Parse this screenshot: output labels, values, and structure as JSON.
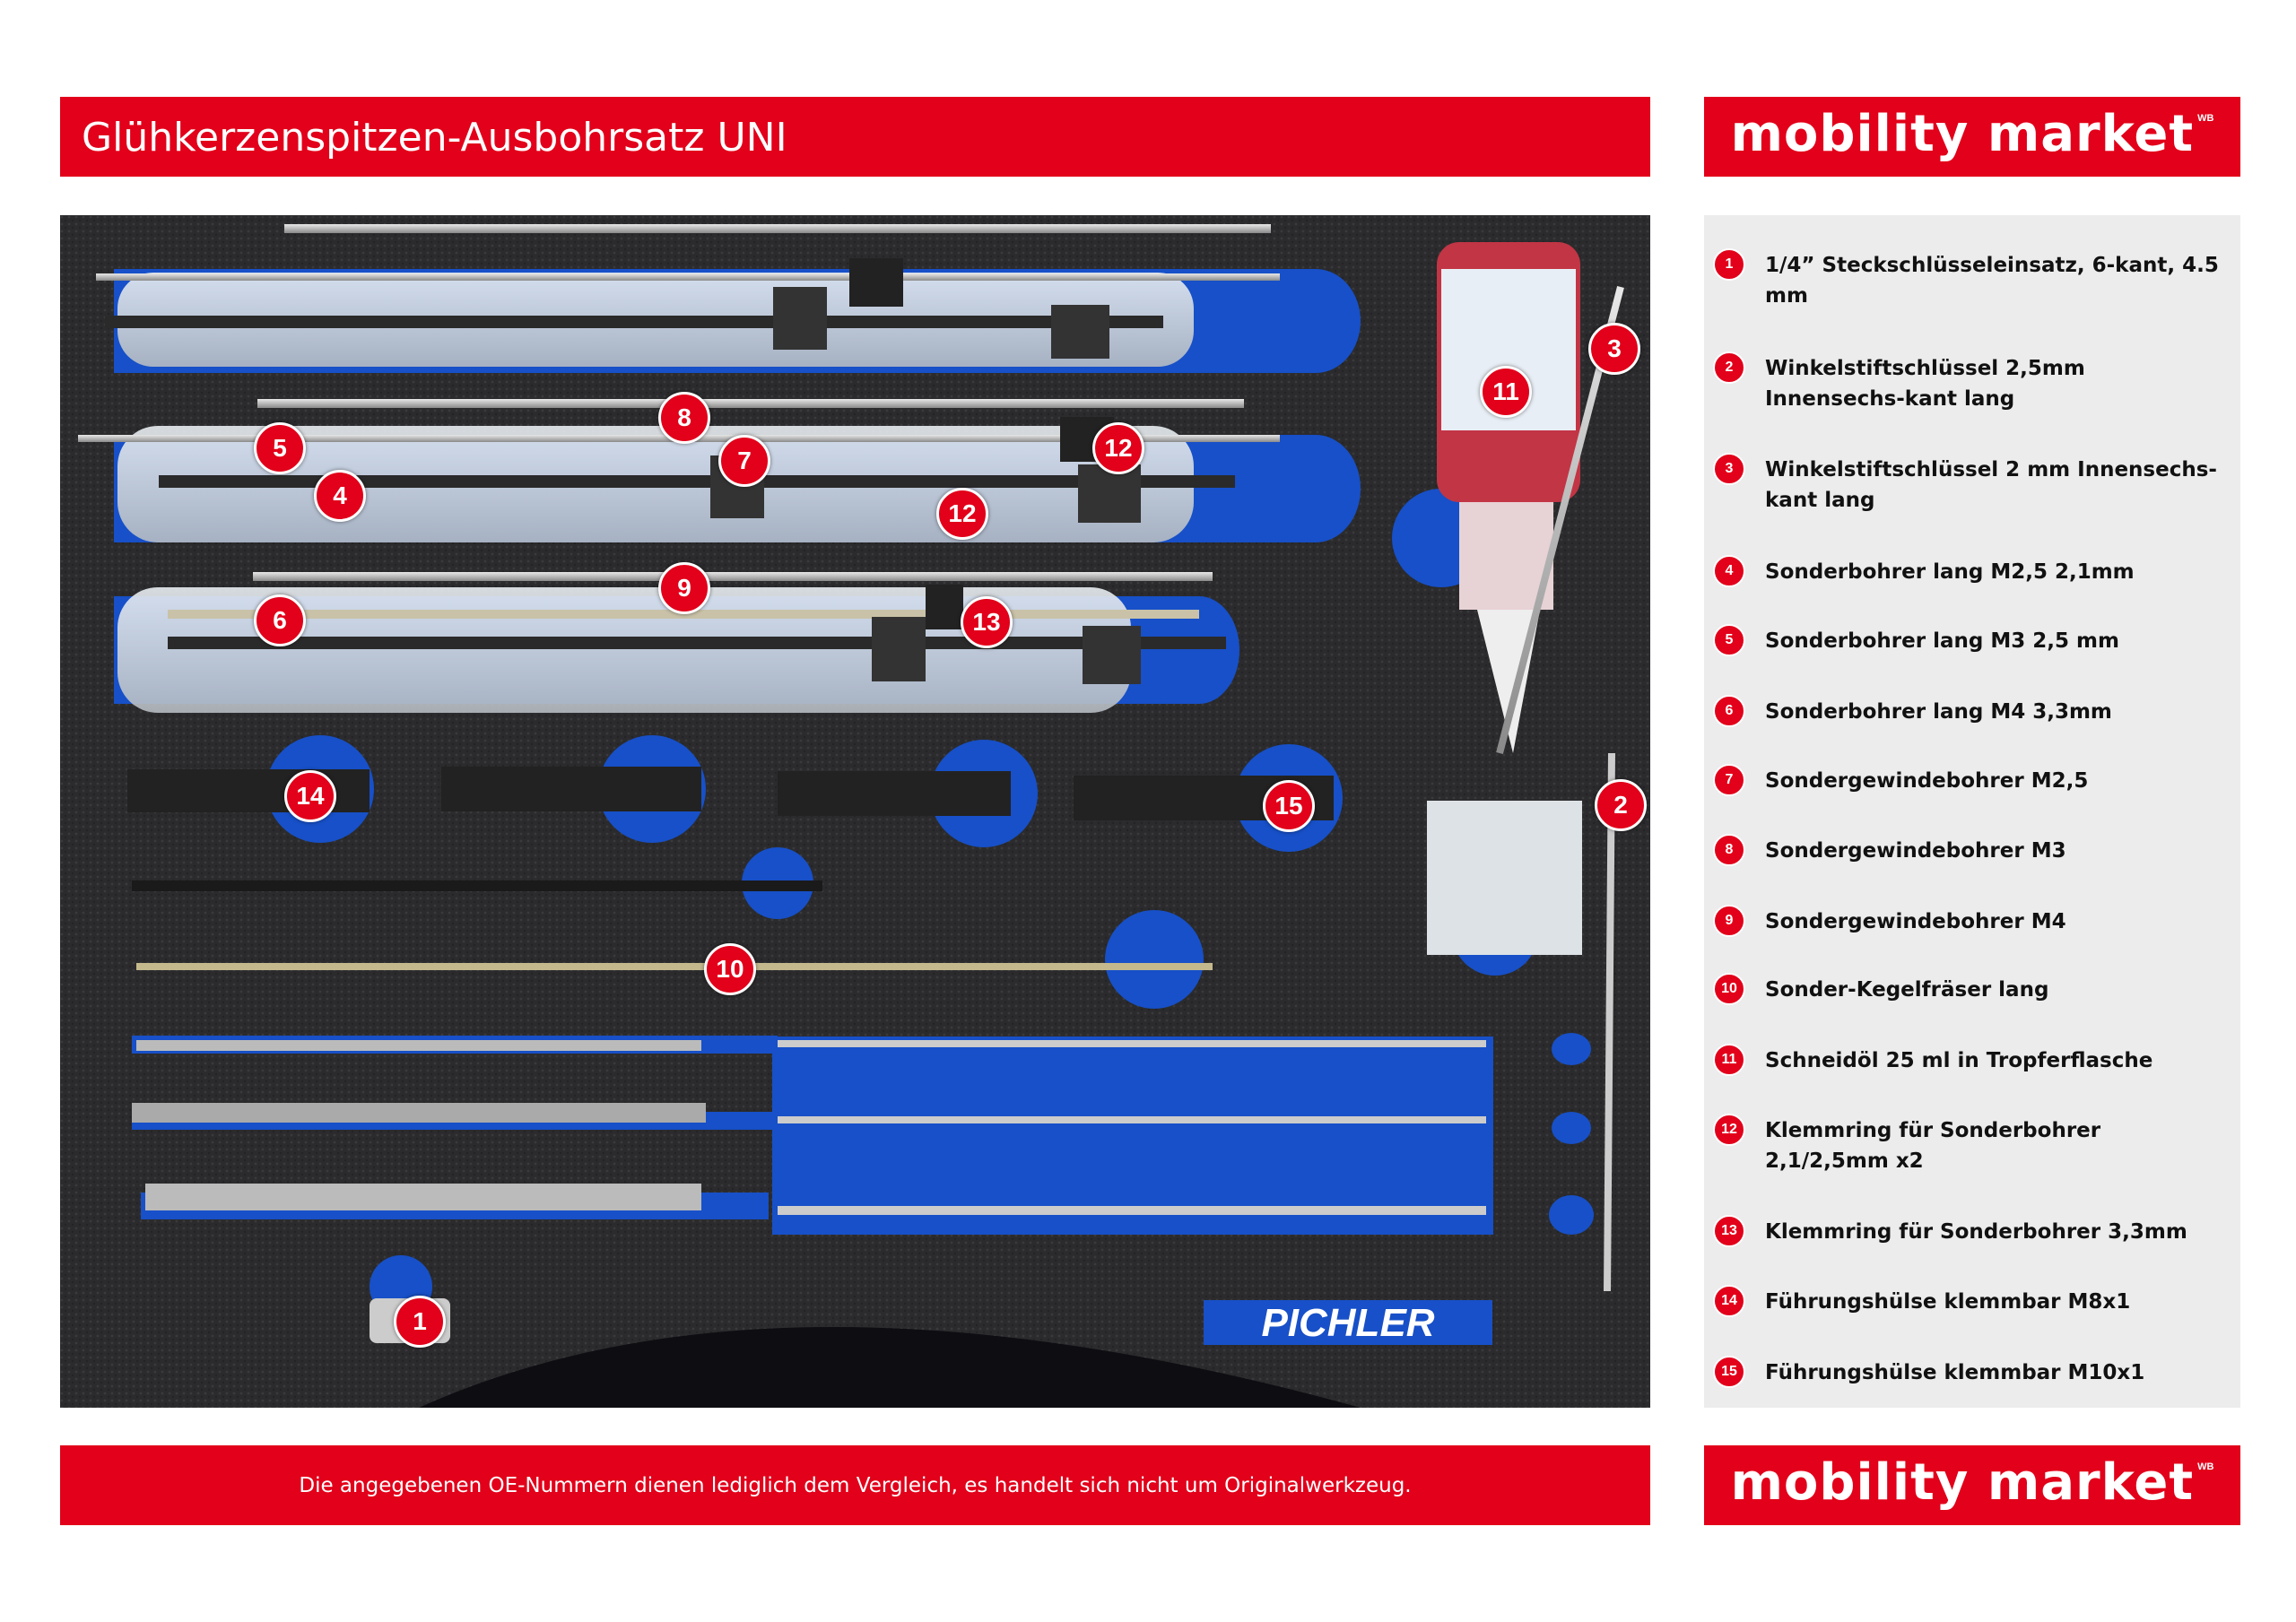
{
  "header": {
    "title": "Glühkerzenspitzen-Ausbohrsatz UNI"
  },
  "logo": {
    "text": "mobility market",
    "superscript": "WB"
  },
  "footer": {
    "disclaimer": "Die angegebenen OE-Nummern dienen lediglich dem Vergleich, es handelt sich nicht um Originalwerkzeug."
  },
  "photo": {
    "brand": "PICHLER",
    "callouts": [
      "7",
      "4",
      "12",
      "11",
      "3",
      "8",
      "5",
      "12",
      "9",
      "6",
      "13",
      "14",
      "15",
      "2",
      "10",
      "1"
    ]
  },
  "parts": [
    {
      "num": "1",
      "label": "1/4” Steckschlüsseleinsatz, 6-kant, 4.5 mm"
    },
    {
      "num": "2",
      "label": "Winkelstiftschlüssel 2,5mm Innensechs-kant lang"
    },
    {
      "num": "3",
      "label": "Winkelstiftschlüssel 2 mm Innensechs-kant lang"
    },
    {
      "num": "4",
      "label": "Sonderbohrer lang M2,5 2,1mm"
    },
    {
      "num": "5",
      "label": "Sonderbohrer lang M3 2,5 mm"
    },
    {
      "num": "6",
      "label": "Sonderbohrer lang M4 3,3mm"
    },
    {
      "num": "7",
      "label": "Sondergewindebohrer M2,5"
    },
    {
      "num": "8",
      "label": "Sondergewindebohrer M3"
    },
    {
      "num": "9",
      "label": "Sondergewindebohrer M4"
    },
    {
      "num": "10",
      "label": "Sonder-Kegelfräser lang"
    },
    {
      "num": "11",
      "label": "Schneidöl 25 ml in Tropferflasche"
    },
    {
      "num": "12",
      "label": "Klemmring für Sonderbohrer 2,1/2,5mm x2"
    },
    {
      "num": "13",
      "label": "Klemmring für Sonderbohrer 3,3mm"
    },
    {
      "num": "14",
      "label": "Führungshülse klemmbar M8x1"
    },
    {
      "num": "15",
      "label": "Führungshülse klemmbar M10x1"
    }
  ],
  "colors": {
    "brand_red": "#e2001a",
    "panel": "#ececec",
    "foam": "#2b2b2d",
    "insert_blue": "#1750c8"
  }
}
